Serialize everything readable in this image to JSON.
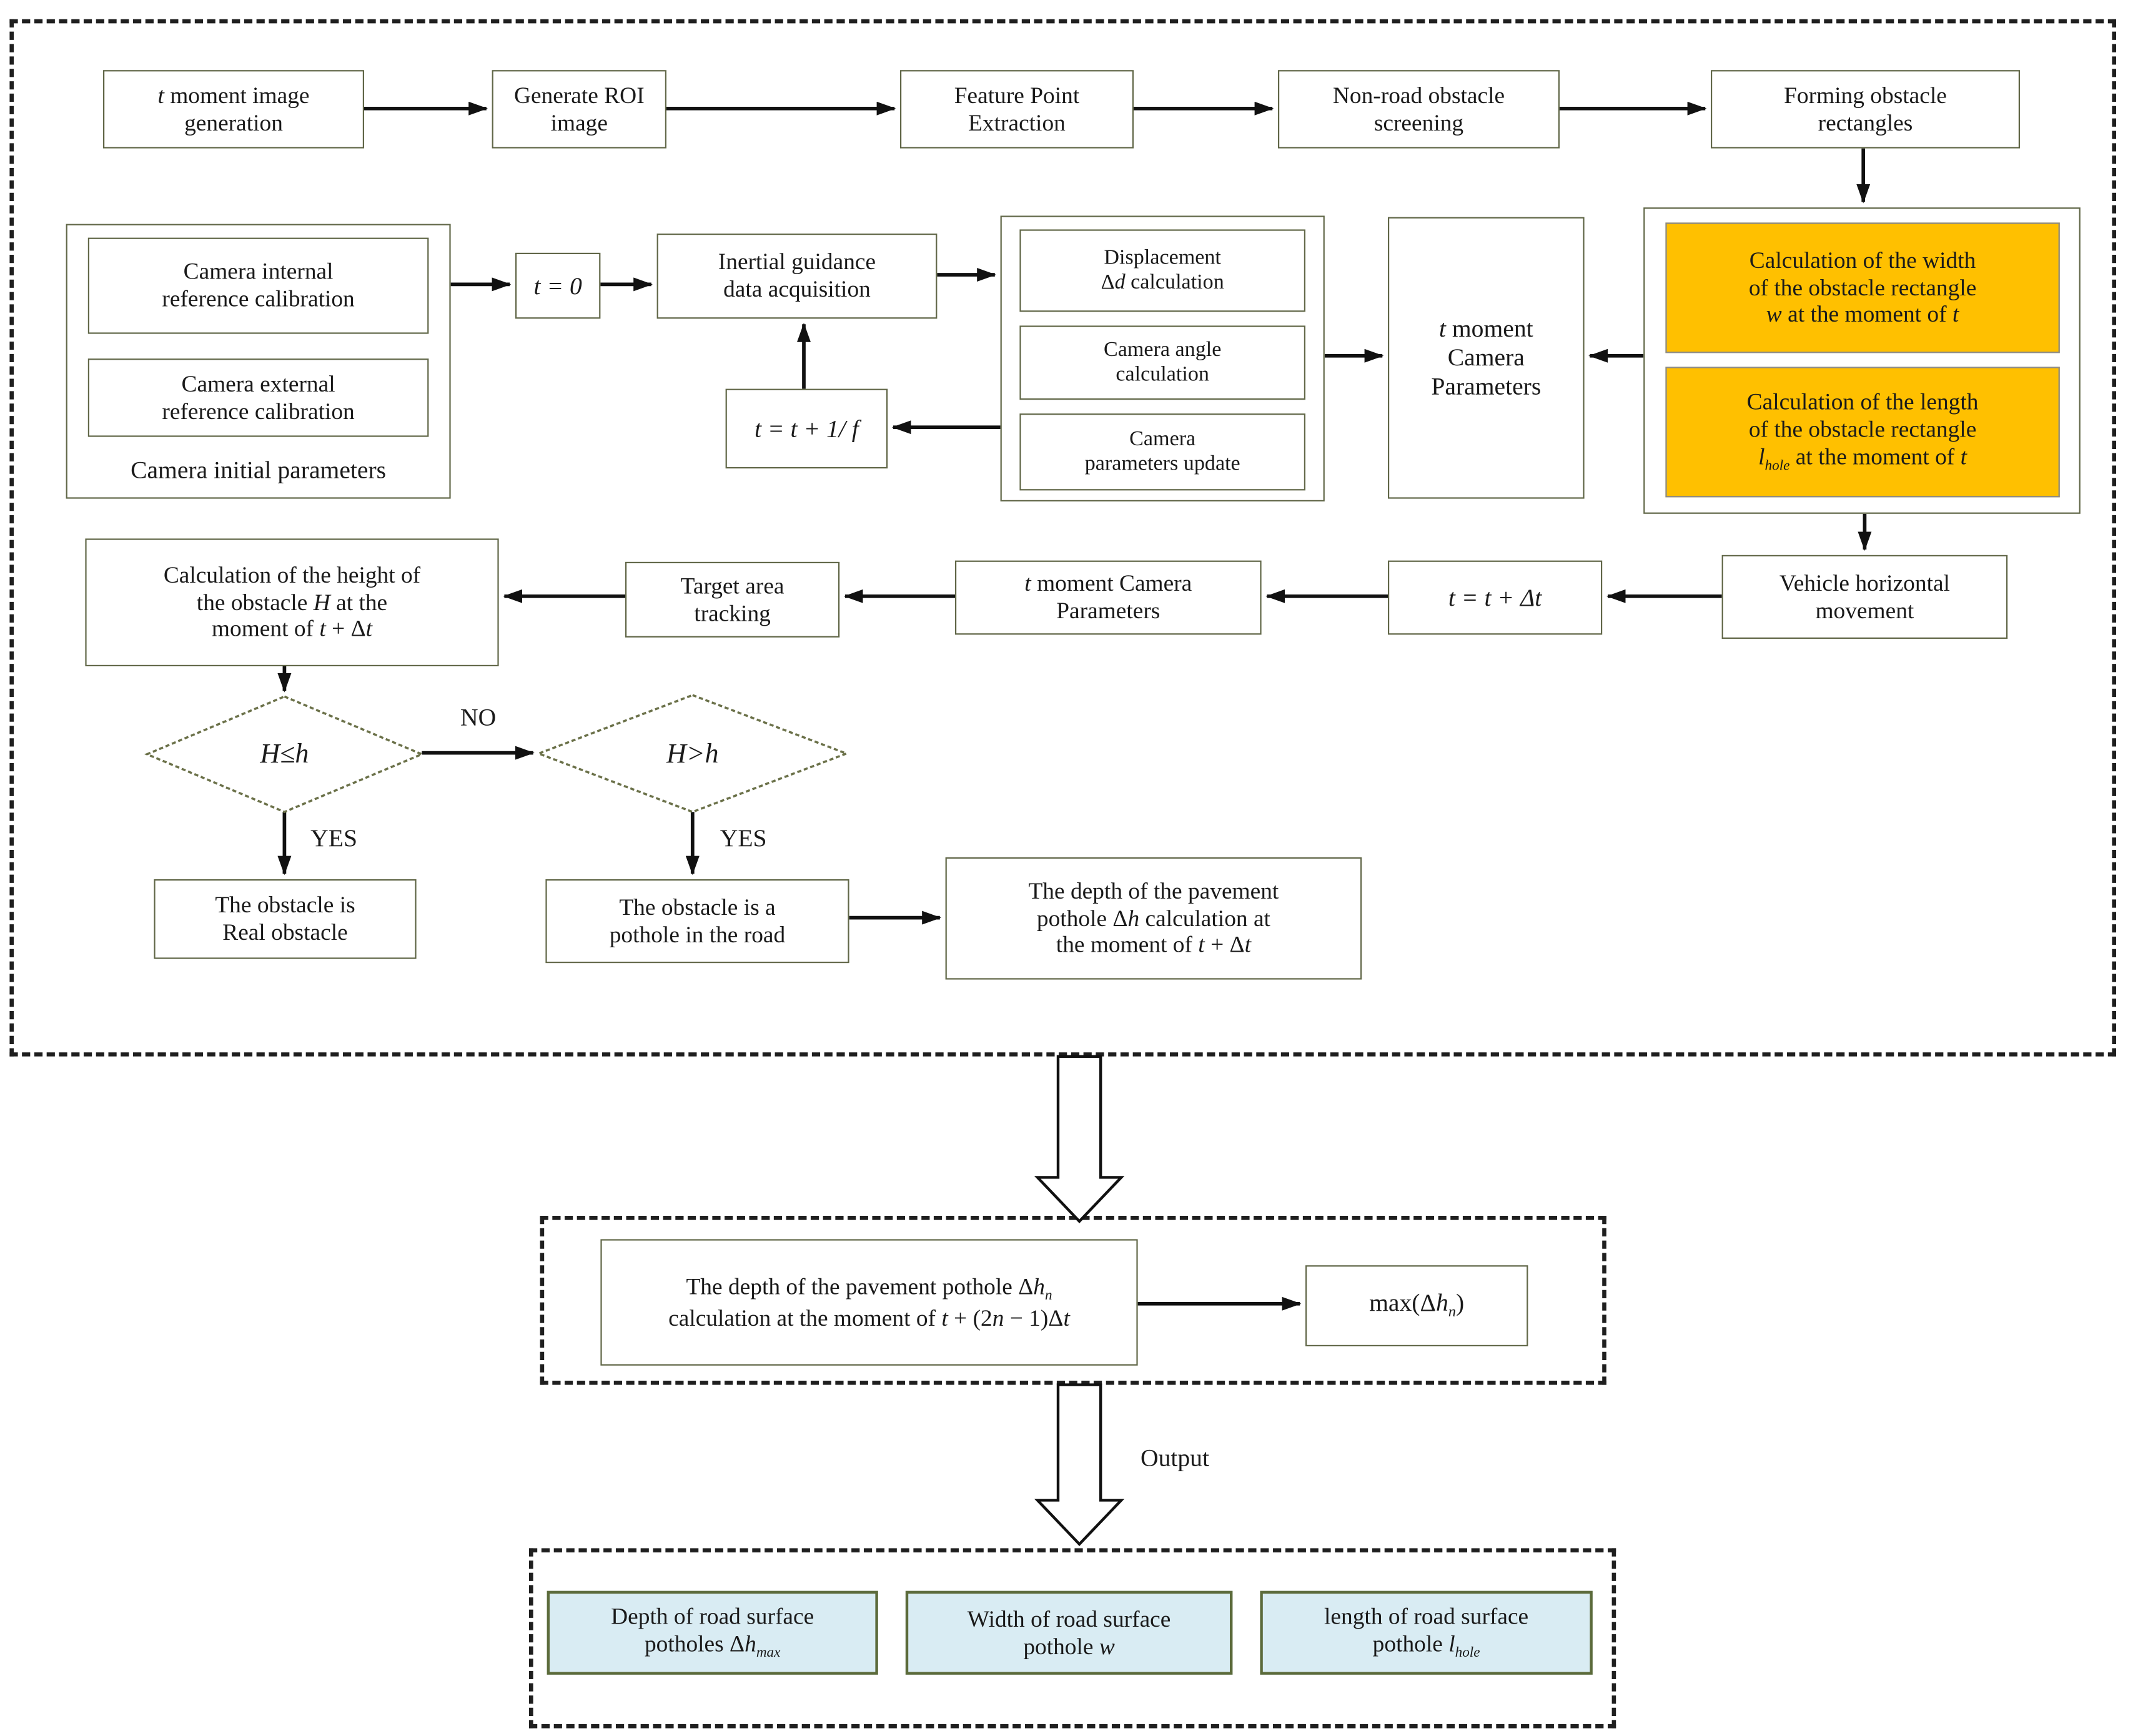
{
  "colors": {
    "accent_orange": "#ffc000",
    "pale_blue_fill": "#d9ecf3",
    "box_border_olive": "#616748",
    "arrow_black": "#111111"
  },
  "nodes": {
    "t_moment_image": {
      "label": "*t* moment image\ngeneration"
    },
    "generate_roi": {
      "label": "Generate ROI\nimage"
    },
    "feature_point": {
      "label": "Feature Point\nExtraction"
    },
    "non_road": {
      "label": "Non-road obstacle\nscreening"
    },
    "forming_rect": {
      "label": "Forming obstacle\nrectangles"
    },
    "cam_internal": {
      "label": "Camera internal\nreference calibration"
    },
    "cam_external": {
      "label": "Camera external\nreference calibration"
    },
    "cam_initial": {
      "label": "Camera initial parameters"
    },
    "t_zero": {
      "label": "*t* = 0"
    },
    "inertial": {
      "label": "Inertial guidance\ndata acquisition"
    },
    "t_inc_f": {
      "label": "*t* = *t* + 1/ *f*"
    },
    "displacement": {
      "label": "Displacement\nΔ*d* calculation"
    },
    "cam_angle": {
      "label": "Camera angle\ncalculation"
    },
    "cam_update": {
      "label": "Camera\nparameters update"
    },
    "t_params": {
      "label": "*t* moment\nCamera\nParameters"
    },
    "orange_width": {
      "label": "Calculation of the width\nof the obstacle rectangle\n*w* at the moment of *t*"
    },
    "orange_length": {
      "label": "Calculation of the length\nof the obstacle rectangle\n*l*~hole~ at the moment of *t*"
    },
    "height_calc": {
      "label": "Calculation of the height of\nthe obstacle *H* at the\nmoment of *t* + Δ*t*"
    },
    "target_track": {
      "label": "Target area\ntracking"
    },
    "t_cam_params2": {
      "label": "*t* moment Camera\nParameters"
    },
    "t_inc_dt": {
      "label": "*t* = *t* + Δ*t*"
    },
    "vehicle": {
      "label": "Vehicle horizontal\nmovement"
    },
    "diamond_le": {
      "label": "*H*≤*h*"
    },
    "diamond_gt": {
      "label": "*H*>*h*"
    },
    "real_obstacle": {
      "label": "The obstacle is\nReal obstacle"
    },
    "pothole_road": {
      "label": "The obstacle is a\npothole in the road"
    },
    "depth_dt": {
      "label": "The depth of the pavement\npothole Δ*h* calculation at\nthe moment of *t* + Δ*t*"
    },
    "depth_n": {
      "label": "The depth of the pavement pothole Δ*h*~n~\ncalculation at the moment of *t* + (2*n* − 1)Δ*t*"
    },
    "max_dh": {
      "label": "max(Δ*h*~n~)"
    },
    "blue_depth": {
      "label": "Depth of road surface\npotholes Δ*h*~max~"
    },
    "blue_width": {
      "label": "Width of road surface\npothole *w*"
    },
    "blue_length": {
      "label": "length of road surface\npothole *l*~hole~"
    }
  },
  "edge_labels": {
    "no": "NO",
    "yes_left": "YES",
    "yes_right": "YES",
    "output": "Output"
  }
}
